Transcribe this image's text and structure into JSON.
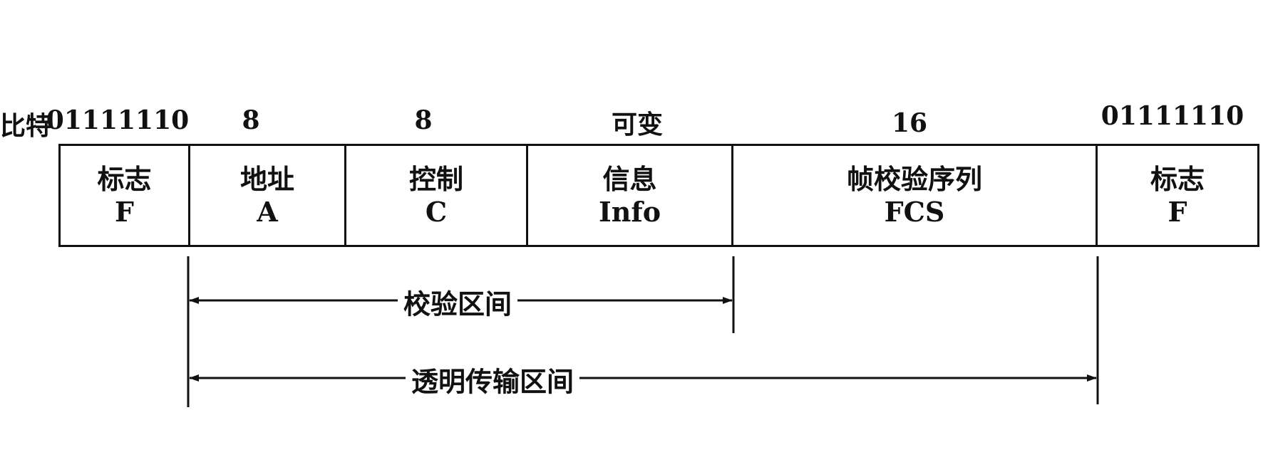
{
  "bits": {
    "prefix": "比特",
    "labels": [
      "01111110",
      "8",
      "8",
      "可变",
      "16",
      "01111110"
    ]
  },
  "fields": [
    {
      "cn": "标志",
      "en": "F"
    },
    {
      "cn": "地址",
      "en": "A"
    },
    {
      "cn": "控制",
      "en": "C"
    },
    {
      "cn": "信息",
      "en": "Info"
    },
    {
      "cn": "帧校验序列",
      "en": "FCS"
    },
    {
      "cn": "标志",
      "en": "F"
    }
  ],
  "intervals": {
    "check": "校验区间",
    "transparent": "透明传输区间"
  }
}
